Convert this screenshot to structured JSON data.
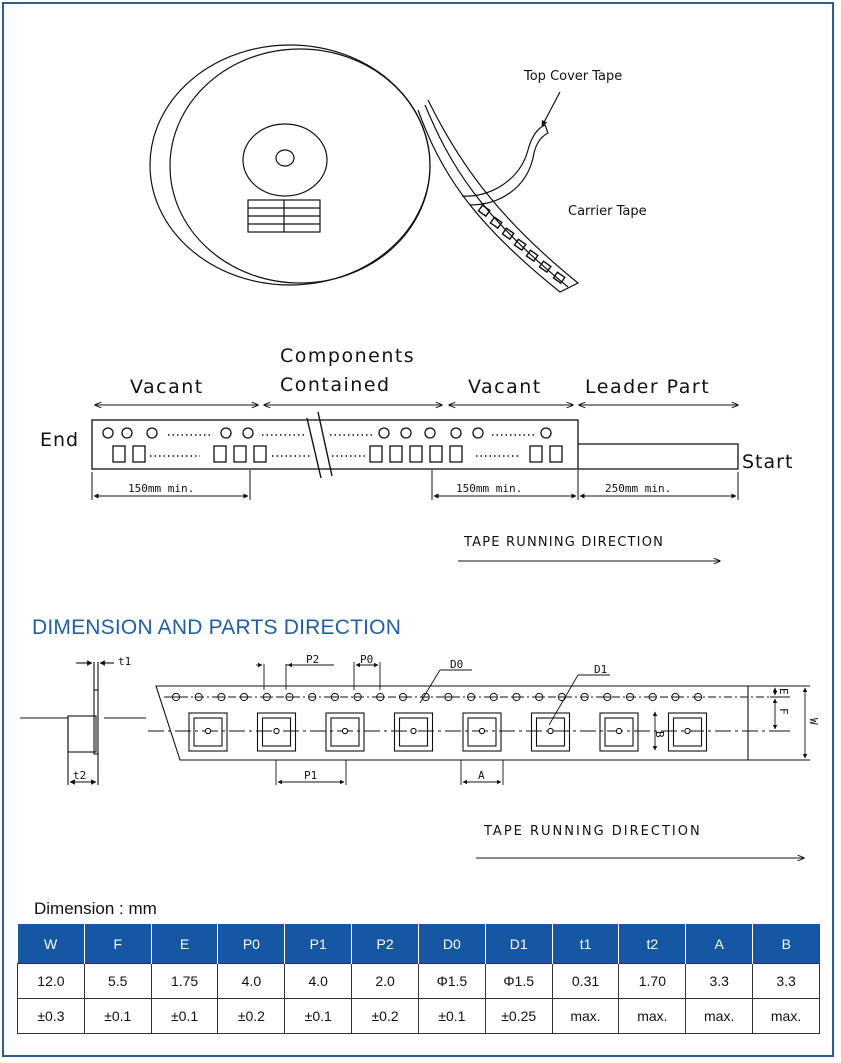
{
  "reel": {
    "top_cover_tape": "Top Cover Tape",
    "carrier_tape": "Carrier Tape"
  },
  "tape_layout": {
    "components_line1": "Components",
    "components_line2": "Contained",
    "vacant_left": "Vacant",
    "vacant_right": "Vacant",
    "leader_part": "Leader Part",
    "end": "End",
    "start": "Start",
    "dim_left": "150mm  min.",
    "dim_mid": "150mm  min.",
    "dim_right": "250mm  min.",
    "direction": "TAPE  RUNNING  DIRECTION"
  },
  "dimension_section": {
    "title": "DIMENSION AND PARTS DIRECTION",
    "labels": {
      "t1": "t1",
      "t2": "t2",
      "p2": "P2",
      "p0": "P0",
      "d0": "D0",
      "d1": "D1",
      "p1": "P1",
      "a": "A",
      "b": "B",
      "e": "E",
      "f": "F",
      "w": "W"
    },
    "direction": "TAPE  RUNNING  DIRECTION"
  },
  "dimension_unit": "Dimension : mm",
  "table": {
    "headers": [
      "W",
      "F",
      "E",
      "P0",
      "P1",
      "P2",
      "D0",
      "D1",
      "t1",
      "t2",
      "A",
      "B"
    ],
    "row1": [
      "12.0",
      "5.5",
      "1.75",
      "4.0",
      "4.0",
      "2.0",
      "Φ1.5",
      "Φ1.5",
      "0.31",
      "1.70",
      "3.3",
      "3.3"
    ],
    "row2": [
      "±0.3",
      "±0.1",
      "±0.1",
      "±0.2",
      "±0.1",
      "±0.2",
      "±0.1",
      "±0.25",
      "max.",
      "max.",
      "max.",
      "max."
    ]
  }
}
